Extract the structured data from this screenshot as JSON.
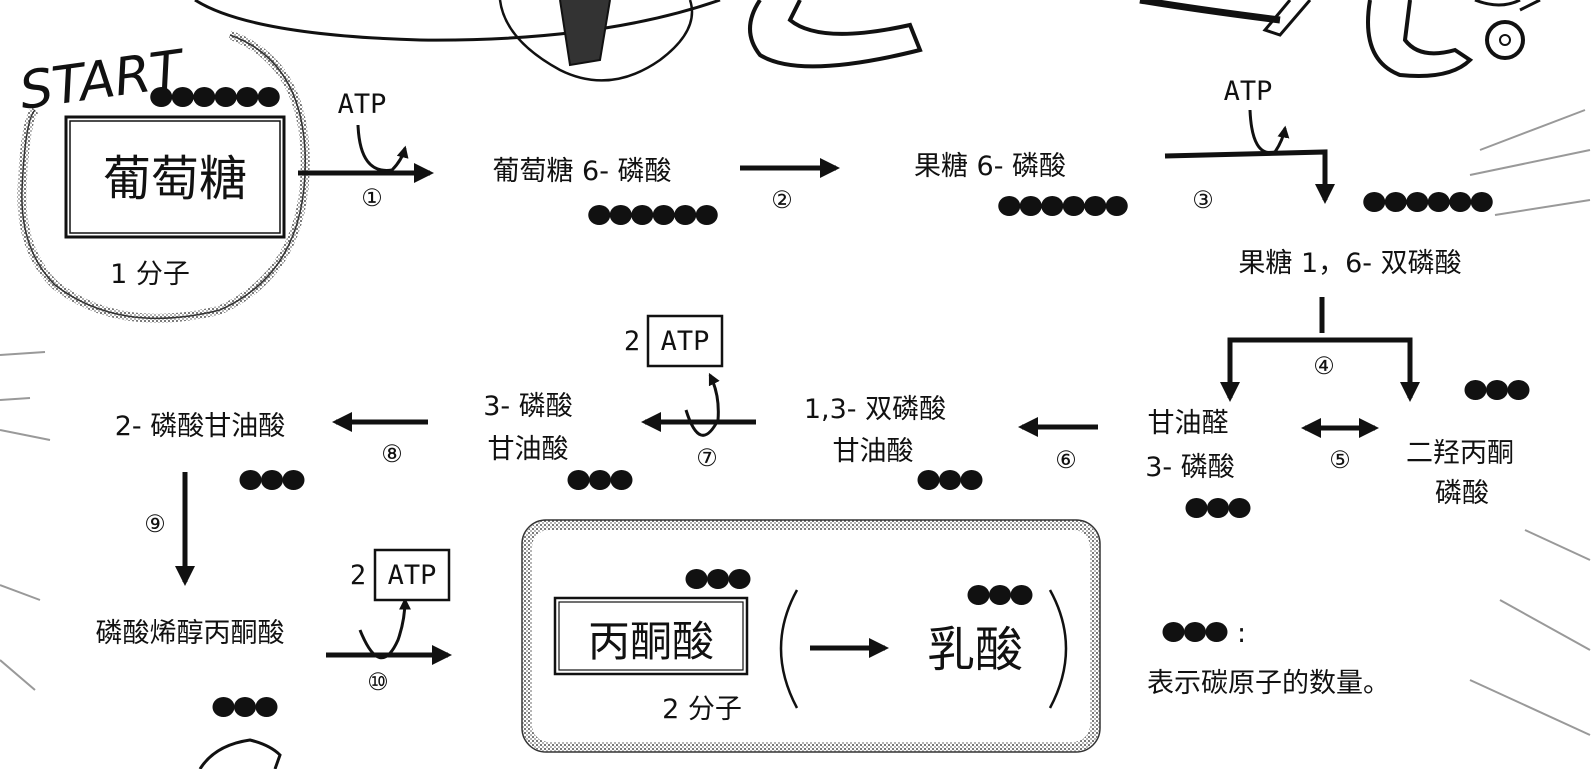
{
  "colors": {
    "ink": "#111111",
    "paper": "#ffffff",
    "stipple": "#9a9a9a"
  },
  "start": {
    "label": "START",
    "glucose": "葡萄糖",
    "count": "1 分子",
    "carbons": 6
  },
  "atp": "ATP",
  "two_atp_prefix": "2",
  "steps": {
    "s1": "①",
    "s2": "②",
    "s3": "③",
    "s4": "④",
    "s5": "⑤",
    "s6": "⑥",
    "s7": "⑦",
    "s8": "⑧",
    "s9": "⑨",
    "s10": "⑩"
  },
  "compounds": {
    "g6p": {
      "label": "葡萄糖 6- 磷酸",
      "carbons": 6
    },
    "f6p": {
      "label": "果糖 6- 磷酸",
      "carbons": 6
    },
    "fbp": {
      "label": "果糖 1，6- 双磷酸",
      "carbons": 6
    },
    "gap": {
      "line1": "甘油醛",
      "line2": "3- 磷酸",
      "carbons": 3
    },
    "dhap": {
      "line1": "二羟丙酮",
      "line2": "磷酸",
      "carbons": 3
    },
    "bpg": {
      "line1": "1,3- 双磷酸",
      "line2": "甘油酸",
      "carbons": 3
    },
    "pg3": {
      "line1": "3- 磷酸",
      "line2": "甘油酸",
      "carbons": 3
    },
    "pg2": {
      "label": "2- 磷酸甘油酸",
      "carbons": 3
    },
    "pep": {
      "label": "磷酸烯醇丙酮酸",
      "carbons": 3
    },
    "pyruvate": {
      "label": "丙酮酸",
      "count": "2 分子",
      "carbons": 3
    },
    "lactate": {
      "label": "乳酸",
      "carbons": 3
    }
  },
  "legend": {
    "colon": ":",
    "text": "表示碳原子的数量。"
  }
}
